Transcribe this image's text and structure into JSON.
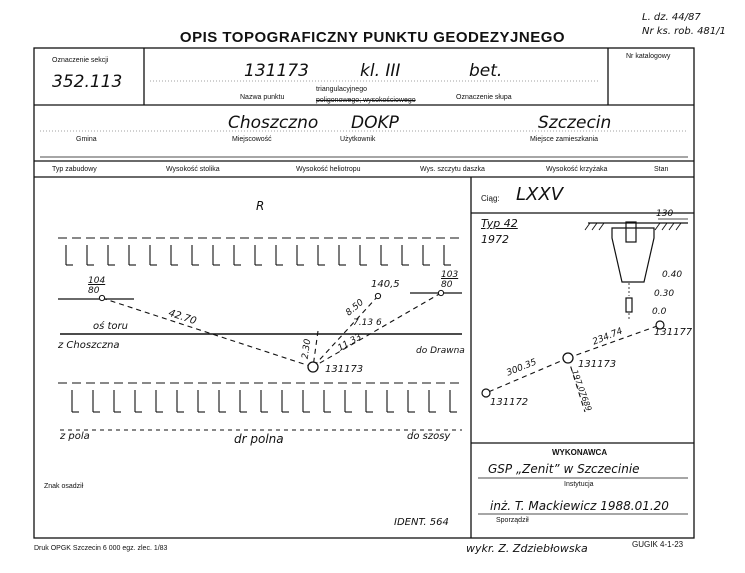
{
  "header": {
    "title": "OPIS TOPOGRAFICZNY PUNKTU GEODEZYJNEGO",
    "ref_1": "L. dz. 44/87",
    "ref_2": "Nr ks. rob. 481/1"
  },
  "section": {
    "label": "Oznaczenie sekcji",
    "value": "352.113",
    "catalog_label": "Nr katalogowy"
  },
  "point": {
    "number": "131173",
    "class": "kl. III",
    "pillar": "bet.",
    "name_label": "Nazwa punktu",
    "triang_label": "triangulacyjnego",
    "polyg_label": "poligonowego; wysokościowego",
    "pillar_label": "Oznaczenie słupa"
  },
  "location": {
    "gmina_label": "Gmina",
    "gmina": "Choszczno",
    "miejscowosc_label": "Miejscowość",
    "user_label": "Użytkownik",
    "user": "DOKP",
    "residence_label": "Miejsce zamieszkania",
    "residence": "Szczecin"
  },
  "heights": {
    "labels": [
      "Typ zabudowy",
      "Wysokość stolika",
      "Wysokość heliotropu",
      "Wys. szczytu daszka",
      "Wysokość krzyżaka",
      "Stan"
    ]
  },
  "sketch": {
    "north": "R",
    "left_point_top": "104",
    "left_point_bottom": "80",
    "right_point_top": "103",
    "right_point_bottom": "80",
    "dist_left": "42.70",
    "axis_label": "oś toru",
    "from_label": "z Choszczna",
    "to_label": "do Drawna",
    "elev": "140,5",
    "dist_850": "8.50",
    "dist_713": "7.13",
    "dist_6": "6",
    "dist_230": "2.30",
    "dist_1133": "11.33",
    "center": "131173",
    "from_field": "z pola",
    "road": "dr polna",
    "to_road": "do szosy",
    "marker_label": "Znak osadził",
    "ident": "IDENT. 564"
  },
  "ciag": {
    "label": "Ciąg:",
    "value": "LXXV"
  },
  "monument": {
    "type": "Typ 42",
    "year": "1972",
    "dim_top": "130",
    "dim_a": "0.40",
    "dim_b": "0.30",
    "dim_c": "0.0"
  },
  "network": {
    "p_right": "131177",
    "p_center": "131173",
    "p_left": "131172",
    "d_right": "234.74",
    "d_left": "300.35",
    "d_down": "197.07689"
  },
  "contractor": {
    "header": "WYKONAWCA",
    "institution": "GSP „Zenit” w Szczecinie",
    "inst_label": "Instytucja",
    "author": "inż. T. Mackiewicz 1988.01.20",
    "author_label": "Sporządził"
  },
  "footer": {
    "printer": "Druk OPGK Szczecin 6 000 egz. zlec. 1/83",
    "drawn_by": "wykr. Z. Zdziebłowska",
    "form_code": "GUGIK 4-1-23"
  }
}
